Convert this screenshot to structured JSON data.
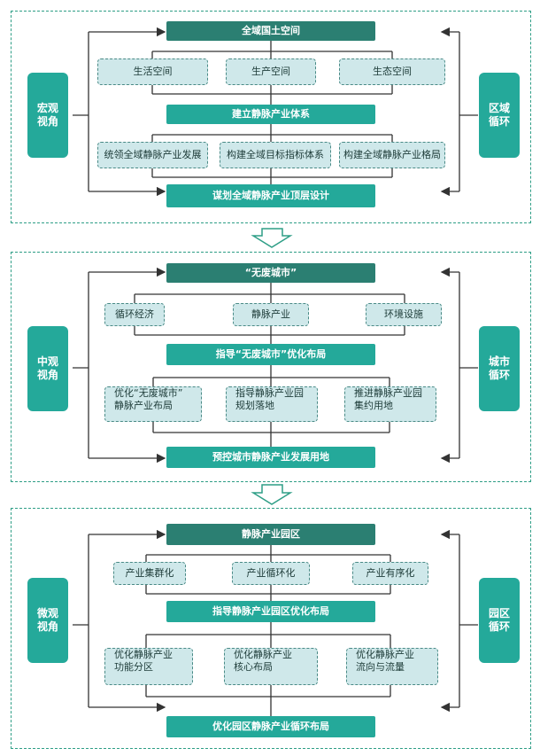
{
  "colors": {
    "dark_teal": "#2b7f72",
    "teal": "#24a99a",
    "light": "#cfe8ea",
    "border": "#2e9e86"
  },
  "panels": [
    {
      "side_left": [
        "宏观",
        "视角"
      ],
      "side_right": [
        "区域",
        "循环"
      ],
      "top": "全域国土空间",
      "row1": [
        "生活空间",
        "生产空间",
        "生态空间"
      ],
      "middle": "建立静脉产业体系",
      "row2": [
        [
          "统领全域静脉产业发展"
        ],
        [
          "构建全域目标指标体系"
        ],
        [
          "构建全域静脉产业格局"
        ]
      ],
      "bottom": "谋划全域静脉产业顶层设计"
    },
    {
      "side_left": [
        "中观",
        "视角"
      ],
      "side_right": [
        "城市",
        "循环"
      ],
      "top": "“无废城市”",
      "row1": [
        "循环经济",
        "静脉产业",
        "环境设施"
      ],
      "middle": "指导“无废城市”优化布局",
      "row2": [
        [
          "优化“无废城市”",
          "静脉产业布局"
        ],
        [
          "指导静脉产业园",
          "规划落地"
        ],
        [
          "推进静脉产业园",
          "集约用地"
        ]
      ],
      "bottom": "预控城市静脉产业发展用地"
    },
    {
      "side_left": [
        "微观",
        "视角"
      ],
      "side_right": [
        "园区",
        "循环"
      ],
      "top": "静脉产业园区",
      "row1": [
        "产业集群化",
        "产业循环化",
        "产业有序化"
      ],
      "middle": "指导静脉产业园区优化布局",
      "row2": [
        [
          "优化静脉产业",
          "功能分区"
        ],
        [
          "优化静脉产业",
          "核心布局"
        ],
        [
          "优化静脉产业",
          "流向与流量"
        ]
      ],
      "bottom": "优化园区静脉产业循环布局"
    }
  ]
}
